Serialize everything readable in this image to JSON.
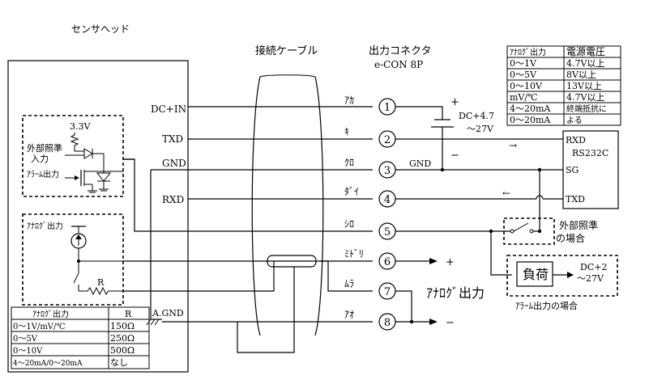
{
  "labels": {
    "sensor_head": "センサヘッド",
    "cable": "接続ケーブル",
    "connector_title": "出力コネクタ",
    "connector_model": "e-CON 8P",
    "dc_in": "DC+IN",
    "txd": "TXD",
    "gnd": "GND",
    "rxd": "RXD",
    "agnd": "A.GND",
    "v33": "3.3V",
    "ext_trigger_input": [
      "外部照準",
      "入力"
    ],
    "alarm_output": "ｱﾗｰﾑ出力",
    "analog_output_src": "ｱﾅﾛｸﾞ出力",
    "resistor_r": "R",
    "gnd_line": "GND",
    "power_label": [
      "DC+4.7",
      "～27V"
    ],
    "plus": "+",
    "minus": "−",
    "rs232c_rxd": "RXD",
    "rs232c_title": "RS232C",
    "rs232c_sg": "SG",
    "rs232c_txd": "TXD",
    "arrow_right": "→",
    "arrow_left": "←",
    "ext_trigger_case": [
      "外部照準",
      "の場合"
    ],
    "load": "負荷",
    "load_supply": [
      "DC+2",
      "～27V"
    ],
    "alarm_case": "ｱﾗｰﾑ出力の場合",
    "analog_output_label": "ｱﾅﾛｸﾞ出力",
    "out_plus": "+",
    "out_minus": "−"
  },
  "pins": [
    {
      "number": "1",
      "color": "ｱｶ"
    },
    {
      "number": "2",
      "color": "ｷ"
    },
    {
      "number": "3",
      "color": "ｸﾛ"
    },
    {
      "number": "4",
      "color": "ﾀﾞｲ"
    },
    {
      "number": "5",
      "color": "ｼﾛ"
    },
    {
      "number": "6",
      "color": "ﾐﾄﾞﾘ"
    },
    {
      "number": "7",
      "color": "ﾑﾗ"
    },
    {
      "number": "8",
      "color": "ｱｵ"
    }
  ],
  "voltage_table": {
    "headers": [
      "ｱﾅﾛｸﾞ出力",
      "電源電圧"
    ],
    "rows": [
      [
        "0～1V",
        "4.7V以上"
      ],
      [
        "0～5V",
        "8V以上"
      ],
      [
        "0～10V",
        "13V以上"
      ],
      [
        "mV/℃",
        "4.7V以上"
      ],
      [
        "4～20mA",
        "終端抵抗に"
      ],
      [
        "0～20mA",
        "よる"
      ]
    ]
  },
  "resistor_table": {
    "headers": [
      "ｱﾅﾛｸﾞ出力",
      "R"
    ],
    "rows": [
      [
        "0～1V/mV/℃",
        "150Ω"
      ],
      [
        "0～5V",
        "250Ω"
      ],
      [
        "0～10V",
        "500Ω"
      ],
      [
        "4～20mA/0～20mA",
        "なし"
      ]
    ]
  }
}
